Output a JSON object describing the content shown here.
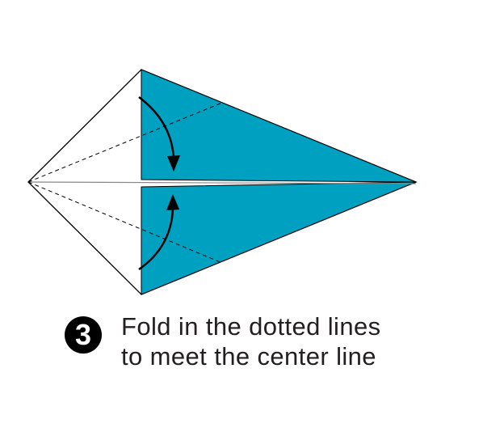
{
  "colors": {
    "paper_color": "#00a0c0",
    "outline": "#000000",
    "background": "#ffffff"
  },
  "instruction": {
    "step_number": "3",
    "line1": "Fold in the dotted lines",
    "line2": "to meet the center line"
  }
}
